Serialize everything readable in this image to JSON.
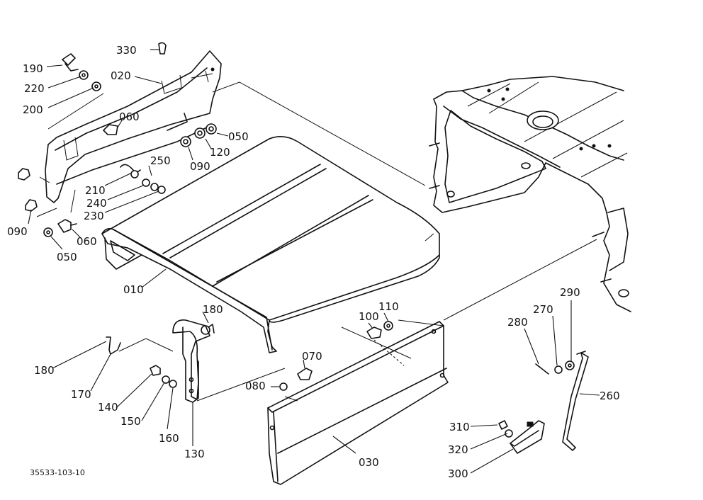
{
  "diagram": {
    "reference_number": "35533-103-10",
    "callouts": {
      "c330": "330",
      "c190": "190",
      "c020": "020",
      "c220": "220",
      "c200": "200",
      "c060a": "060",
      "c050a": "050",
      "c120": "120",
      "c090a": "090",
      "c250": "250",
      "c210": "210",
      "c240": "240",
      "c230": "230",
      "c090b": "090",
      "c050b": "050",
      "c060b": "060",
      "c010": "010",
      "c180a": "180",
      "c180b": "180",
      "c100": "100",
      "c110": "110",
      "c070": "070",
      "c080": "080",
      "c170": "170",
      "c140": "140",
      "c150": "150",
      "c160": "160",
      "c130": "130",
      "c030": "030",
      "c290": "290",
      "c270": "270",
      "c280": "280",
      "c260": "260",
      "c310": "310",
      "c320": "320",
      "c300": "300"
    }
  }
}
